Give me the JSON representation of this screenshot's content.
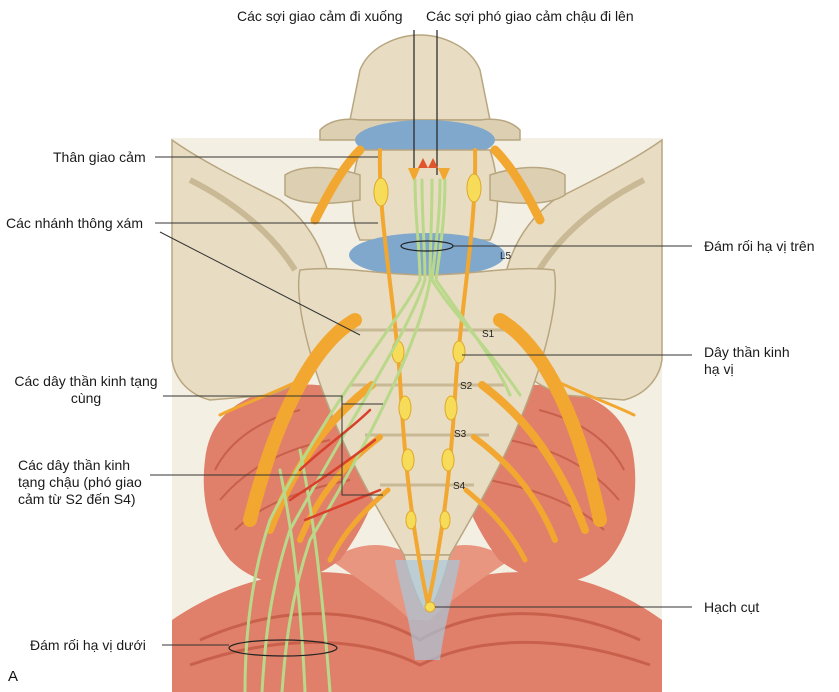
{
  "labels": {
    "descending_sympathetic": "Các sợi giao cảm đi xuống",
    "ascending_parasympathetic": "Các sợi phó giao cảm chậu đi lên",
    "sympathetic_trunk": "Thân giao cảm",
    "gray_rami": "Các nhánh thông xám",
    "superior_hypogastric": "Đám rối hạ vị trên",
    "hypogastric_nerve": "Dây thần kinh\nhạ vị",
    "sacral_splanchnic": "Các dây thần kinh tạng\ncùng",
    "pelvic_splanchnic": "Các dây thần kinh\ntạng chậu (phó giao\ncảm từ S2 đến S4)",
    "ganglion_impar": "Hạch cụt",
    "inferior_hypogastric": "Đám rối hạ vị dưới",
    "panel": "A"
  },
  "segments": {
    "l5": "L5",
    "s1": "S1",
    "s2": "S2",
    "s3": "S3",
    "s4": "S4"
  },
  "colors": {
    "bone": "#e8dcc2",
    "bone_shadow": "#c9b995",
    "disc": "#7fa8cc",
    "nerve_yellow": "#f2a830",
    "ganglion": "#f7dc5a",
    "green_fiber": "#b9d88a",
    "muscle": "#e0806a",
    "muscle_light": "#efa892",
    "red_fiber": "#d8402c",
    "leader": "#333333"
  }
}
